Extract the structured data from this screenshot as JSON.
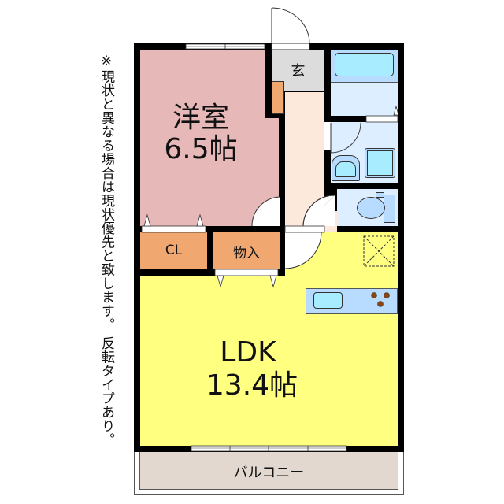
{
  "note": "※現状と異なる場合は現状優先と致します。 反転タイプあり。",
  "rooms": {
    "western": {
      "name": "洋室",
      "size": "6.5帖",
      "color": "#e6b8b8"
    },
    "genkan": {
      "name": "玄",
      "color": "#dcdcdc"
    },
    "hall": {
      "color": "#fde9dc"
    },
    "closet": {
      "name": "CL",
      "color": "#f0a870"
    },
    "storage": {
      "name": "物入",
      "color": "#f0a870"
    },
    "ldk": {
      "name": "LDK",
      "size": "13.4帖",
      "color": "#ffff80"
    },
    "bath": {
      "color": "#dceeff",
      "tub_color": "#a8ecff"
    },
    "washroom": {
      "color": "#dceeff"
    },
    "toilet": {
      "color": "#dceeff"
    },
    "balcony": {
      "name": "バルコニー",
      "color": "#e2d8d0"
    }
  },
  "fixtures": {
    "kitchen_sink_color": "#a8ecff",
    "counter_color": "#b8dcff",
    "burner_color": "#8b4513"
  }
}
